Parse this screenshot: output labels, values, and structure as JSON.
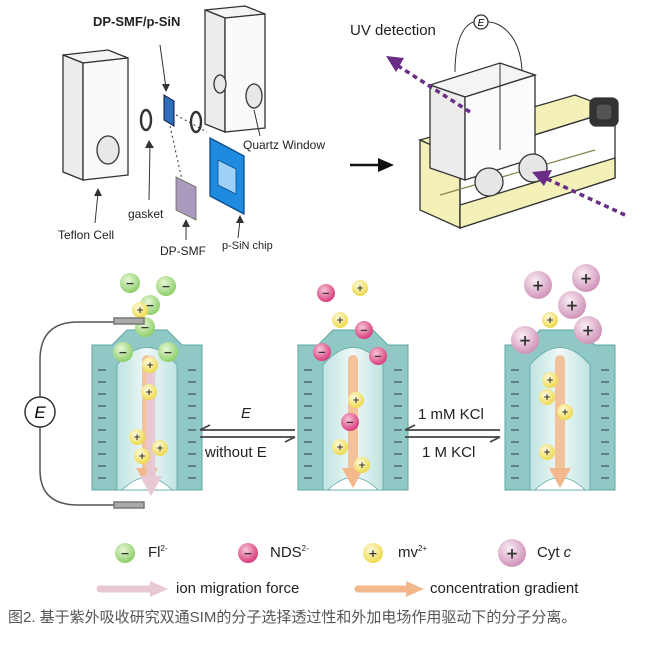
{
  "labels": {
    "dp_smf_psin": "DP-SMF/p-SiN",
    "uv_detection": "UV detection",
    "quartz_window": "Quartz Window",
    "gasket": "gasket",
    "teflon_cell": "Teflon Cell",
    "dp_smf": "DP-SMF",
    "psin_chip": "p-SiN chip",
    "e_symbol": "E",
    "arrow_left_top": "E",
    "arrow_left_bottom": "without E",
    "arrow_right_top": "1 mM KCl",
    "arrow_right_bottom": "1 M KCl"
  },
  "legend": {
    "fl": "Fl",
    "fl_sup": "2-",
    "nds": "NDS",
    "nds_sup": "2-",
    "mv": "mv",
    "mv_sup": "2+",
    "cyt": "Cyt",
    "cyt_italic": "c",
    "ion_migration": "ion migration force",
    "concentration": "concentration gradient"
  },
  "caption": "图2. 基于紫外吸收研究双通SIM的分子选择透过性和外加电场作用驱动下的分子分离。",
  "colors": {
    "fl": "#8fcf6a",
    "nds": "#e0508a",
    "mv": "#f2e25a",
    "cyt": "#d9a6c6",
    "teal": "#8fc8c4",
    "teal_dark": "#5fa7a3",
    "frame": "#f3f0b8",
    "psin": "#1e8be0",
    "arrow_purple": "#6a2c86",
    "migration": "#e8c8d4",
    "gradient": "#f3b98d"
  }
}
